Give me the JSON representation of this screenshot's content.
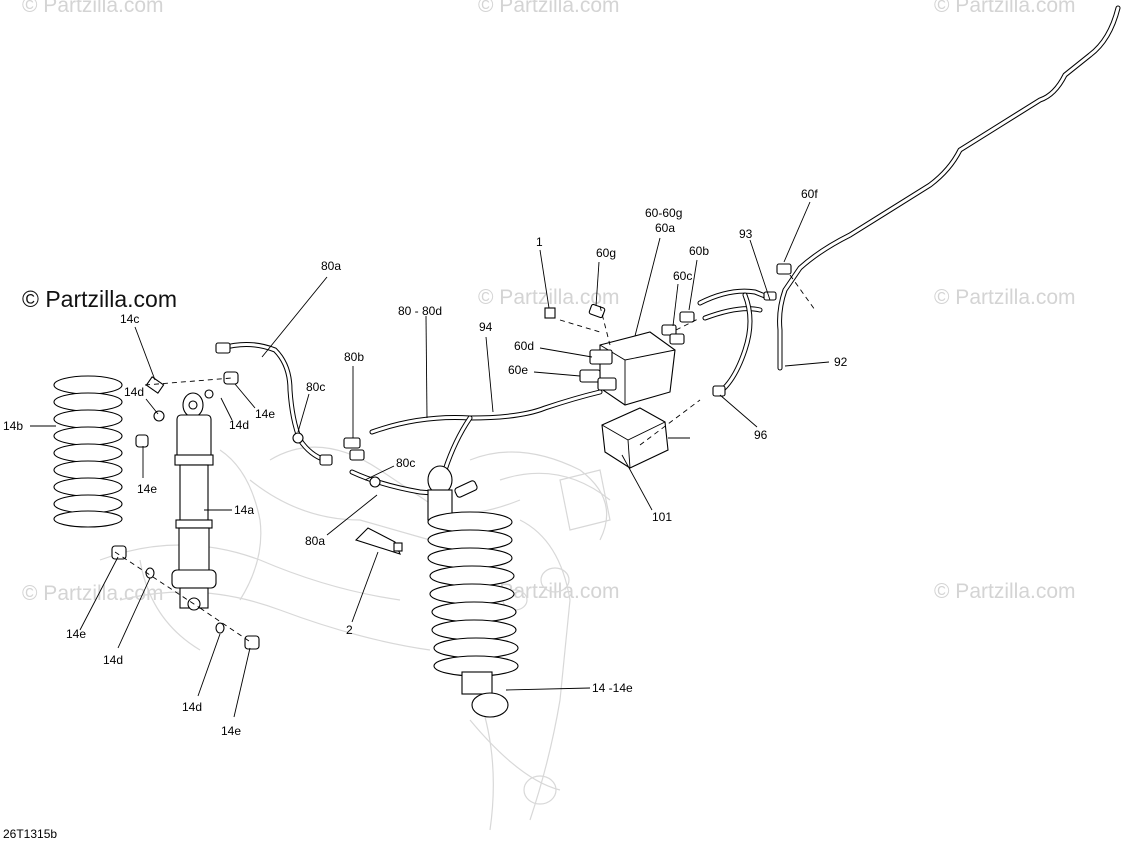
{
  "watermarks": {
    "top_left": "© Partzilla.com",
    "top_center": "© Partzilla.com",
    "top_right": "© Partzilla.com",
    "main": "© Partzilla.com",
    "mid_center": "© Partzilla.com",
    "mid_right": "© Partzilla.com",
    "low_left": "© Partzilla.com",
    "low_center": "© Partzilla.com",
    "low_right": "© Partzilla.com"
  },
  "diagram_code": "26T1315b",
  "callouts": {
    "c14c": "14c",
    "c14d_a": "14d",
    "c14e_a": "14e",
    "c14d_b": "14d",
    "c14b": "14b",
    "c14e_b": "14e",
    "c14a": "14a",
    "c14e_c": "14e",
    "c14d_c": "14d",
    "c14d_d": "14d",
    "c14e_d": "14e",
    "c80a_top": "80a",
    "c80c_top": "80c",
    "c80b": "80b",
    "c80c_mid": "80c",
    "c80a_bot": "80a",
    "c2": "2",
    "c80_80d": "80 - 80d",
    "c94": "94",
    "c1": "1",
    "c60g": "60g",
    "c60_60g": "60-60g",
    "c60a": "60a",
    "c60b": "60b",
    "c60c": "60c",
    "c60d": "60d",
    "c60e": "60e",
    "c93": "93",
    "c60f": "60f",
    "c92": "92",
    "c96": "96",
    "c101": "101",
    "c14_14e": "14 -14e"
  }
}
